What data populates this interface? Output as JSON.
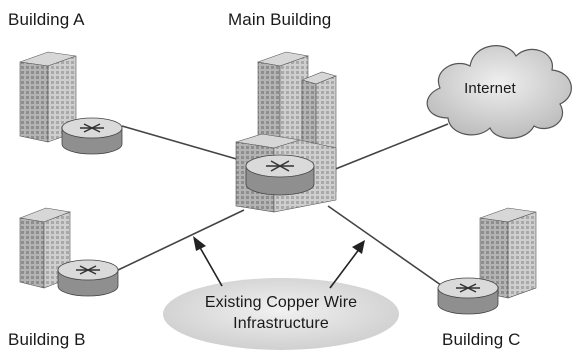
{
  "nodes": {
    "building_a": "Building A",
    "main_building": "Main Building",
    "internet": "Internet",
    "building_b": "Building B",
    "building_c": "Building C",
    "callout": "Existing Copper Wire Infrastructure"
  },
  "colors": {
    "building_light": "#cfcfcf",
    "building_mid": "#a8a8a8",
    "building_dark": "#7a7a7a",
    "router_top": "#d9d9d9",
    "router_side": "#9a9a9a",
    "cloud_fill": "#d4d4d4",
    "callout_fill": "#dcdcdc",
    "link_color": "#444444"
  }
}
